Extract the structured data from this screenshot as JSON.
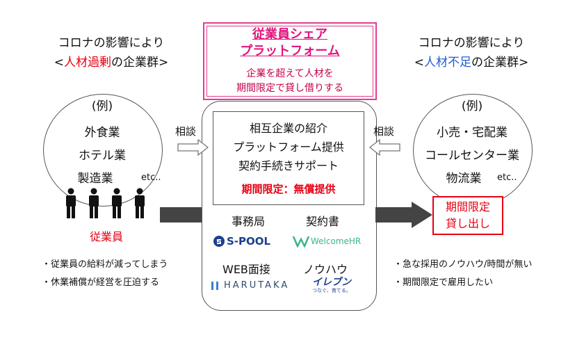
{
  "left": {
    "title_line1": "コロナの影響により",
    "bracket_open": "<",
    "highlight": "人材過剰",
    "suffix": "の企業群>",
    "example_label": "(例)",
    "items": [
      "外食業",
      "ホテル業",
      "製造業"
    ],
    "etc": "etc..",
    "employee_label": "従業員",
    "notes": [
      "・従業員の給料が減ってしまう",
      "・休業補償が経営を圧迫する"
    ],
    "consult_label": "相談"
  },
  "right": {
    "title_line1": "コロナの影響により",
    "bracket_open": "<",
    "highlight": "人材不足",
    "suffix": "の企業群>",
    "example_label": "(例)",
    "items": [
      "小売・宅配業",
      "コールセンター業",
      "物流業"
    ],
    "etc": "etc..",
    "lending_line1": "期間限定",
    "lending_line2": "貸し出し",
    "notes": [
      "・急な採用のノウハウ/時間が無い",
      "・期間限定で雇用したい"
    ],
    "consult_label": "相談"
  },
  "platform": {
    "title_line1": "従業員シェア",
    "title_line2": "プラットフォーム",
    "desc_line1": "企業を超えて人材を",
    "desc_line2": "期間限定で貸し借りする"
  },
  "services": {
    "lines": [
      "相互企業の紹介",
      "プラットフォーム提供",
      "契約手続きサポート"
    ],
    "free_label": "期間限定：無償提供"
  },
  "partners": {
    "office_label": "事務局",
    "contract_label": "契約書",
    "interview_label": "WEB面接",
    "knowhow_label": "ノウハウ",
    "spool_logo": "S-POOL",
    "welcomehr_logo": "WelcomeHR",
    "harutaka_logo": "HARUTAKA",
    "eleven_logo": "イレブン",
    "eleven_tagline": "つなぐ、育てる。"
  },
  "colors": {
    "accent_pink": "#e33d8f",
    "red": "#e60012",
    "blue": "#1f5fd6",
    "navy": "#1c3f8f",
    "green": "#3bb58a"
  }
}
